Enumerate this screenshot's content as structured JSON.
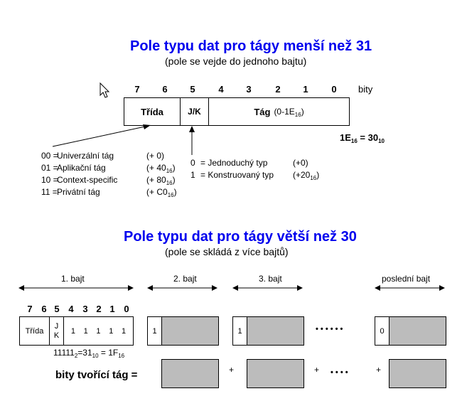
{
  "section1": {
    "title": "Pole typu dat pro tágy menší než 31",
    "subtitle": "(pole se vejde do jednoho bajtu)",
    "bit_numbers": [
      "7",
      "6",
      "5",
      "4",
      "3",
      "2",
      "1",
      "0"
    ],
    "bits_label": "bity",
    "fields": {
      "class": "Třída",
      "pc": "J/K",
      "tag": "Tág",
      "tag_range_prefix": "(0-1E",
      "tag_range_sub": "16",
      "tag_range_suffix": ")"
    },
    "equation": {
      "left": "1E",
      "left_sub": "16",
      "middle": " = 30",
      "right_sub": "10"
    },
    "class_legend": [
      {
        "code": "00 =",
        "name": "Univerzální tág",
        "offset": "(+ 0)",
        "offset_sub": "",
        "offset_end": ""
      },
      {
        "code": "01 =",
        "name": "Aplikační tág",
        "offset": "(+ 40",
        "offset_sub": "16",
        "offset_end": ")"
      },
      {
        "code": "10 =",
        "name": "Context-specific",
        "offset": "(+ 80",
        "offset_sub": "16",
        "offset_end": ")"
      },
      {
        "code": "11 =",
        "name": "Privátní tág",
        "offset": "(+ C0",
        "offset_sub": "16",
        "offset_end": ")"
      }
    ],
    "pc_legend": [
      {
        "code": "0",
        "name": "= Jednoduchý typ",
        "offset": "(+0)",
        "offset_sub": "",
        "offset_end": ""
      },
      {
        "code": "1",
        "name": "= Konstruovaný typ",
        "offset": "(+20",
        "offset_sub": "16",
        "offset_end": ")"
      }
    ]
  },
  "section2": {
    "title": "Pole typu dat pro tágy větší než 30",
    "subtitle": "(pole se skládá z více bajtů)",
    "byte_labels": [
      "1. bajt",
      "2. bajt",
      "3. bajt",
      "poslední bajt"
    ],
    "bit_numbers": [
      "7",
      "6",
      "5",
      "4",
      "3",
      "2",
      "1",
      "0"
    ],
    "first_byte": {
      "class": "Třída",
      "pc_top": "J",
      "pc_bottom": "K",
      "tag_bits": [
        "1",
        "1",
        "1",
        "1",
        "1"
      ]
    },
    "continuation_bits": [
      "1",
      "1",
      "0"
    ],
    "ellipsis": "• • • • • •",
    "equation": {
      "a": "11111",
      "a_sub": "2",
      "b": "=31",
      "b_sub": "10",
      "c": " = 1F",
      "c_sub": "16"
    },
    "tag_bits_label": "bity tvořící tág =",
    "plus": "+",
    "plus_ellipsis": "• • • •"
  }
}
